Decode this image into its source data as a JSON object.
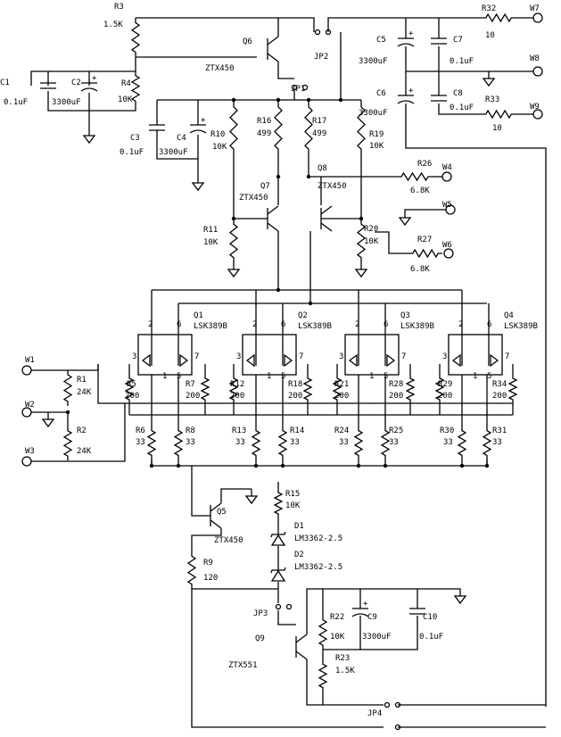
{
  "components": {
    "R1": {
      "ref": "R1",
      "value": "24K"
    },
    "R2": {
      "ref": "R2",
      "value": "24K"
    },
    "R3": {
      "ref": "R3",
      "value": "1.5K"
    },
    "R4": {
      "ref": "R4",
      "value": "10K"
    },
    "R5": {
      "ref": "R5",
      "value": "200"
    },
    "R6": {
      "ref": "R6",
      "value": "33"
    },
    "R7": {
      "ref": "R7",
      "value": "200"
    },
    "R8": {
      "ref": "R8",
      "value": "33"
    },
    "R9": {
      "ref": "R9",
      "value": "120"
    },
    "R10": {
      "ref": "R10",
      "value": "10K"
    },
    "R11": {
      "ref": "R11",
      "value": "10K"
    },
    "R12": {
      "ref": "R12",
      "value": "200"
    },
    "R13": {
      "ref": "R13",
      "value": "33"
    },
    "R14": {
      "ref": "R14",
      "value": "33"
    },
    "R15": {
      "ref": "R15",
      "value": "10K"
    },
    "R16": {
      "ref": "R16",
      "value": "499"
    },
    "R17": {
      "ref": "R17",
      "value": "499"
    },
    "R18": {
      "ref": "R18",
      "value": "200"
    },
    "R19": {
      "ref": "R19",
      "value": "10K"
    },
    "R20": {
      "ref": "R20",
      "value": "10K"
    },
    "R21": {
      "ref": "R21",
      "value": "200"
    },
    "R22": {
      "ref": "R22",
      "value": "10K"
    },
    "R23": {
      "ref": "R23",
      "value": "1.5K"
    },
    "R24": {
      "ref": "R24",
      "value": "33"
    },
    "R25": {
      "ref": "R25",
      "value": "33"
    },
    "R26": {
      "ref": "R26",
      "value": "6.8K"
    },
    "R27": {
      "ref": "R27",
      "value": "6.8K"
    },
    "R28": {
      "ref": "R28",
      "value": "200"
    },
    "R29": {
      "ref": "R29",
      "value": "200"
    },
    "R30": {
      "ref": "R30",
      "value": "33"
    },
    "R31": {
      "ref": "R31",
      "value": "33"
    },
    "R32": {
      "ref": "R32",
      "value": "10"
    },
    "R33": {
      "ref": "R33",
      "value": "10"
    },
    "R34": {
      "ref": "R34",
      "value": "200"
    },
    "C1": {
      "ref": "C1",
      "value": "0.1uF"
    },
    "C2": {
      "ref": "C2",
      "value": "3300uF"
    },
    "C3": {
      "ref": "C3",
      "value": "0.1uF"
    },
    "C4": {
      "ref": "C4",
      "value": "3300uF"
    },
    "C5": {
      "ref": "C5",
      "value": "3300uF"
    },
    "C6": {
      "ref": "C6",
      "value": "3300uF"
    },
    "C7": {
      "ref": "C7",
      "value": "0.1uF"
    },
    "C8": {
      "ref": "C8",
      "value": "0.1uF"
    },
    "C9": {
      "ref": "C9",
      "value": "3300uF"
    },
    "C10": {
      "ref": "C10",
      "value": "0.1uF"
    },
    "Q1": {
      "ref": "Q1",
      "value": "LSK389B"
    },
    "Q2": {
      "ref": "Q2",
      "value": "LSK389B"
    },
    "Q3": {
      "ref": "Q3",
      "value": "LSK389B"
    },
    "Q4": {
      "ref": "Q4",
      "value": "LSK389B"
    },
    "Q5": {
      "ref": "Q5",
      "value": "ZTX450"
    },
    "Q6": {
      "ref": "Q6",
      "value": "ZTX450"
    },
    "Q7": {
      "ref": "Q7",
      "value": "ZTX450"
    },
    "Q8": {
      "ref": "Q8",
      "value": "ZTX450"
    },
    "Q9": {
      "ref": "Q9",
      "value": "ZTX551"
    },
    "D1": {
      "ref": "D1",
      "value": "LM3362-2.5"
    },
    "D2": {
      "ref": "D2",
      "value": "LM3362-2.5"
    },
    "JP1": {
      "ref": "JP1"
    },
    "JP2": {
      "ref": "JP2"
    },
    "JP3": {
      "ref": "JP3"
    },
    "JP4": {
      "ref": "JP4"
    }
  },
  "terminals": [
    "W1",
    "W2",
    "W3",
    "W4",
    "W5",
    "W6",
    "W7",
    "W8",
    "W9"
  ],
  "jfet_pins": [
    "1",
    "2",
    "3",
    "5",
    "6",
    "7"
  ]
}
